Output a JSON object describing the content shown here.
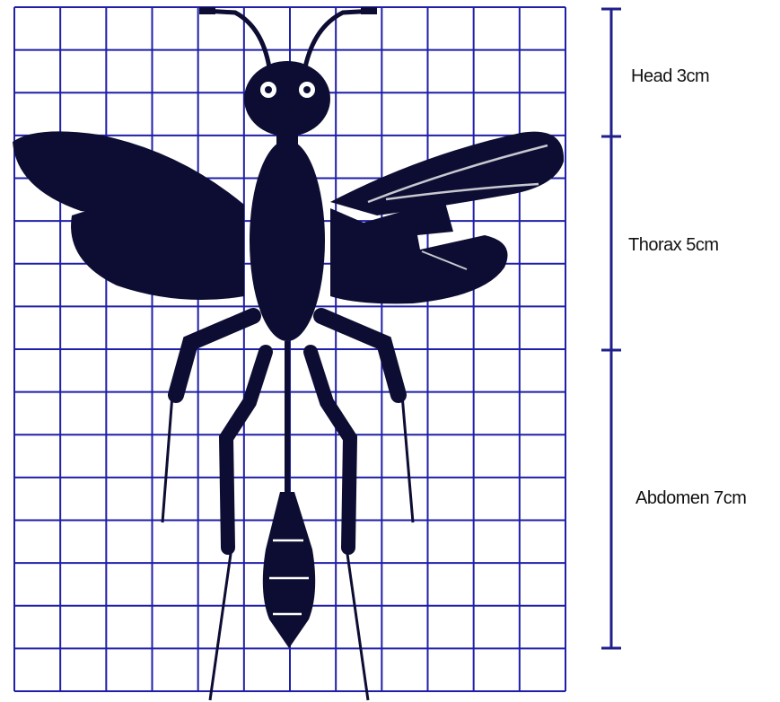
{
  "colors": {
    "grid": "#1f1fa8",
    "insect": "#0d0d33",
    "measure_bar": "#1f1f8c",
    "wing_stripe": "#c8c8d0"
  },
  "grid": {
    "columns": 12,
    "rows": 16
  },
  "measurement": {
    "segments": [
      {
        "name": "Head",
        "length_cm": 3,
        "label": "Head   3cm"
      },
      {
        "name": "Thorax",
        "length_cm": 5,
        "label": "Thorax 5cm"
      },
      {
        "name": "Abdomen",
        "length_cm": 7,
        "label": "Abdomen 7cm"
      }
    ]
  },
  "figure": {
    "icon": "insect-silhouette-icon"
  }
}
